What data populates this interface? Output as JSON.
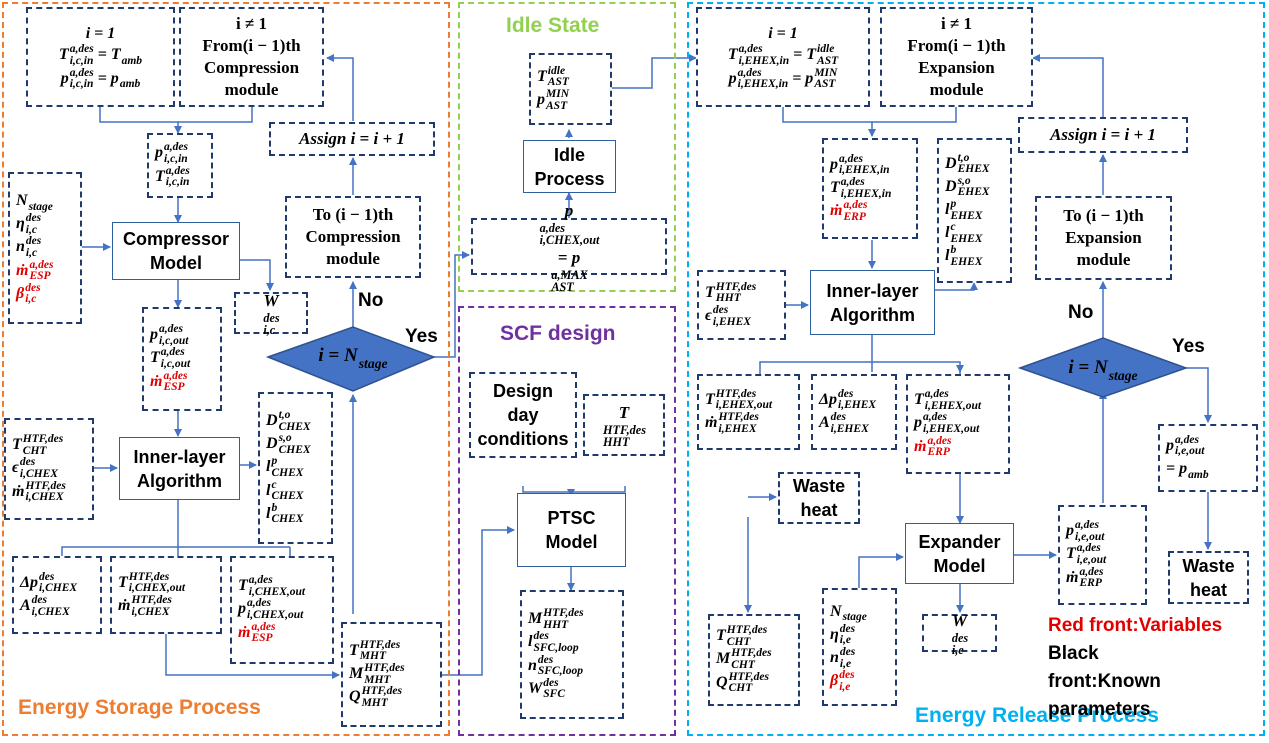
{
  "regions": {
    "storage": {
      "label": "Energy Storage Process",
      "color": "#ed7d31"
    },
    "idle": {
      "label": "Idle State",
      "color": "#92d050"
    },
    "scf": {
      "label": "SCF design",
      "color": "#7030a0"
    },
    "release": {
      "label": "Energy Release Process",
      "color": "#00b0f0"
    }
  },
  "storage": {
    "init": {
      "lines": [
        "i = 1",
        "T_{i,c,in}^{a,des} = T_{amb}",
        "p_{i,c,in}^{a,des} = p_{amb}"
      ]
    },
    "from_prev": {
      "lines": [
        "i ≠ 1",
        "From(i − 1)th",
        "Compression",
        "module"
      ]
    },
    "assign": {
      "text": "Assign i = i + 1"
    },
    "to_prev": {
      "lines": [
        "To (i − 1)th",
        "Compression",
        "module"
      ]
    },
    "comp_inputs": {
      "lines": [
        "p_{i,c,in}^{a,des}",
        "T_{i,c,in}^{a,des}"
      ]
    },
    "params": {
      "lines": [
        "N_{stage}",
        "η_{i,c}^{des}",
        "n_{i,c}^{des}"
      ],
      "red_lines": [
        "ṁ_{ESP}^{a,des}",
        "β_{i,c}^{des}"
      ]
    },
    "compressor": {
      "lines": [
        "Compressor",
        "Model"
      ]
    },
    "work": {
      "text": "W_{i,c}^{des}"
    },
    "comp_out": {
      "lines": [
        "p_{i,c,out}^{a,des}",
        "T_{i,c,out}^{a,des}"
      ],
      "red_lines": [
        "ṁ_{ESP}^{a,des}"
      ]
    },
    "decision": {
      "text": "i = N_{stage}",
      "yes": "Yes",
      "no": "No"
    },
    "chex_in": {
      "lines": [
        "T_{CHT}^{HTF,des}",
        "ϵ_{i,CHEX}^{des}",
        "ṁ_{i,CHEX}^{HTF,des}"
      ]
    },
    "inner": {
      "lines": [
        "Inner-layer",
        "Algorithm"
      ]
    },
    "chex_geom": {
      "lines": [
        "D_{CHEX}^{t,o}",
        "D_{CHEX}^{s,o}",
        "l_{CHEX}^{p}",
        "l_{CHEX}^{c}",
        "l_{CHEX}^{b}"
      ]
    },
    "out_dp": {
      "lines": [
        "Δp_{i,CHEX}^{des}",
        "A_{i,CHEX}^{des}"
      ]
    },
    "out_htf": {
      "lines": [
        "T_{i,CHEX,out}^{HTF,des}",
        "ṁ_{i,CHEX}^{HTF,des}"
      ]
    },
    "out_air": {
      "lines": [
        "T_{i,CHEX,out}^{a,des}",
        "p_{i,CHEX,out}^{a,des}"
      ],
      "red_lines": [
        "ṁ_{ESP}^{a,des}"
      ]
    },
    "mht": {
      "lines": [
        "T_{MHT}^{HTF,des}",
        "M_{MHT}^{HTF,des}",
        "Q_{MHT}^{HTF,des}"
      ]
    }
  },
  "idle": {
    "state": {
      "lines": [
        "T_{AST}^{idle}",
        "p_{AST}^{MIN}"
      ]
    },
    "process": {
      "lines": [
        "Idle",
        "Process"
      ]
    },
    "pout": {
      "text": "p_{i,CHEX,out}^{a,des} = p_{AST}^{a,MAX}"
    }
  },
  "scf": {
    "design_day": {
      "lines": [
        "Design",
        "day",
        "conditions"
      ]
    },
    "hht": {
      "text": "T_{HHT}^{HTF,des}"
    },
    "ptsc": {
      "lines": [
        "PTSC",
        "Model"
      ]
    },
    "outputs": {
      "lines": [
        "M_{HHT}^{HTF,des}",
        "l_{SFC,loop}^{des}",
        "n_{SFC,loop}^{des}",
        "W_{SFC}^{des}"
      ]
    }
  },
  "release": {
    "init": {
      "lines": [
        "i = 1",
        "T_{i,EHEX,in}^{a,des} = T_{AST}^{idle}",
        "p_{i,EHEX,in}^{a,des} = p_{AST}^{MIN}"
      ]
    },
    "from_prev": {
      "lines": [
        "i ≠ 1",
        "From(i − 1)th",
        "Expansion",
        "module"
      ]
    },
    "assign": {
      "text": "Assign i = i + 1"
    },
    "to_prev": {
      "lines": [
        "To (i − 1)th",
        "Expansion",
        "module"
      ]
    },
    "ehex_in": {
      "lines": [
        "p_{i,EHEX,in}^{a,des}",
        "T_{i,EHEX,in}^{a,des}"
      ],
      "red_lines": [
        "ṁ_{ERP}^{a,des}"
      ]
    },
    "ehex_geom": {
      "lines": [
        "D_{EHEX}^{t,o}",
        "D_{EHEX}^{s,o}",
        "l_{EHEX}^{p}",
        "l_{EHEX}^{c}",
        "l_{EHEX}^{b}"
      ]
    },
    "hht_in": {
      "lines": [
        "T_{HHT}^{HTF,des}",
        "ϵ_{i,EHEX}^{des}"
      ]
    },
    "inner": {
      "lines": [
        "Inner-layer",
        "Algorithm"
      ]
    },
    "decision": {
      "text": "i = N_{stage}",
      "yes": "Yes",
      "no": "No"
    },
    "out_htf": {
      "lines": [
        "T_{i,EHEX,out}^{HTF,des}",
        "ṁ_{i,EHEX}^{HTF,des}"
      ]
    },
    "out_dp": {
      "lines": [
        "Δp_{i,EHEX}^{des}",
        "A_{i,EHEX}^{des}"
      ]
    },
    "out_air": {
      "lines": [
        "T_{i,EHEX,out}^{a,des}",
        "p_{i,EHEX,out}^{a,des}"
      ],
      "red_lines": [
        "ṁ_{ERP}^{a,des}"
      ]
    },
    "pout": {
      "lines": [
        "p_{i,e,out}^{a,des}",
        "= p_{amb}"
      ]
    },
    "waste1": {
      "lines": [
        "Waste",
        "heat"
      ]
    },
    "expander": {
      "lines": [
        "Expander",
        "Model"
      ]
    },
    "exp_out": {
      "lines": [
        "p_{i,e,out}^{a,des}",
        "T_{i,e,out}^{a,des}",
        "ṁ_{ERP}^{a,des}"
      ]
    },
    "waste2": {
      "lines": [
        "Waste",
        "heat"
      ]
    },
    "cht": {
      "lines": [
        "T_{CHT}^{HTF,des}",
        "M_{CHT}^{HTF,des}",
        "Q_{CHT}^{HTF,des}"
      ]
    },
    "params": {
      "lines": [
        "N_{stage}",
        "η_{i,e}^{des}",
        "n_{i,e}^{des}"
      ],
      "red_lines": [
        "β_{i,e}^{des}"
      ]
    },
    "work": {
      "text": "W_{i,e}^{des}"
    }
  },
  "legend": {
    "red": "Red front:Variables",
    "black": "Black front:Known parameters"
  }
}
